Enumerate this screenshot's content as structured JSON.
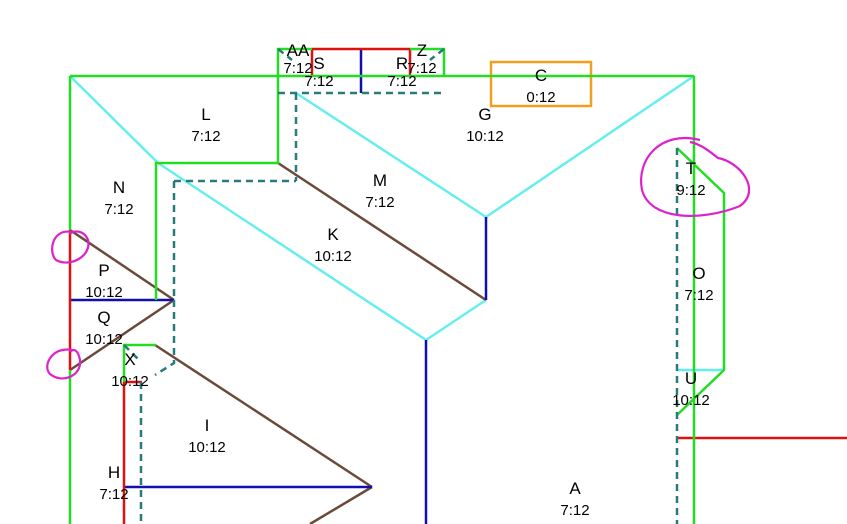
{
  "colors": {
    "eave": "#22dd22",
    "hip": "#66eeee",
    "valley": "#6b4a3a",
    "ridge": "#1010aa",
    "rake": "#dd1111",
    "dashed": "#2a7a7a",
    "markup": "#dd22cc",
    "flat_box": "#f0a020"
  },
  "facets": [
    {
      "name": "AA",
      "pitch": "7:12"
    },
    {
      "name": "S",
      "pitch": "7:12"
    },
    {
      "name": "R",
      "pitch": "7:12"
    },
    {
      "name": "Z",
      "pitch": "7:12"
    },
    {
      "name": "C",
      "pitch": "0:12"
    },
    {
      "name": "L",
      "pitch": "7:12"
    },
    {
      "name": "G",
      "pitch": "10:12"
    },
    {
      "name": "N",
      "pitch": "7:12"
    },
    {
      "name": "M",
      "pitch": "7:12"
    },
    {
      "name": "T",
      "pitch": "9:12"
    },
    {
      "name": "K",
      "pitch": "10:12"
    },
    {
      "name": "P",
      "pitch": "10:12"
    },
    {
      "name": "O",
      "pitch": "7:12"
    },
    {
      "name": "Q",
      "pitch": "10:12"
    },
    {
      "name": "X",
      "pitch": "10:12"
    },
    {
      "name": "U",
      "pitch": "10:12"
    },
    {
      "name": "I",
      "pitch": "10:12"
    },
    {
      "name": "H",
      "pitch": "7:12"
    },
    {
      "name": "A",
      "pitch": "7:12"
    }
  ]
}
